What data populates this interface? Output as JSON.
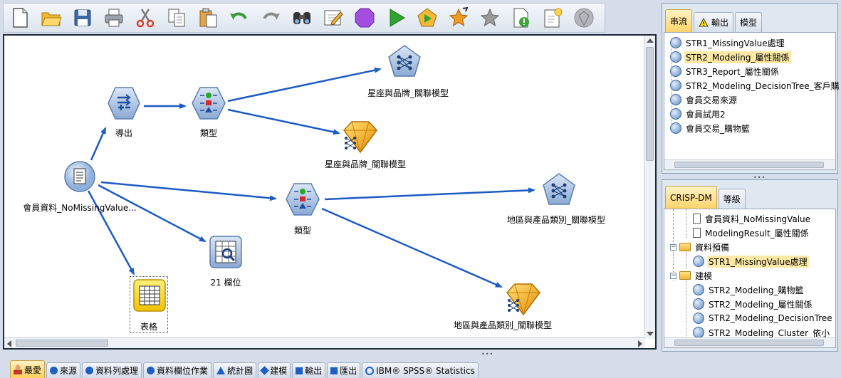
{
  "toolbar": {
    "buttons": [
      "new-icon",
      "open-icon",
      "save-icon",
      "print-icon",
      "cut-icon",
      "copy-icon",
      "paste-icon",
      "undo-icon",
      "redo-icon",
      "find-icon",
      "edit-icon",
      "stop-icon",
      "run-icon",
      "run-selection-icon",
      "star-icon",
      "star-disabled-icon",
      "check-icon",
      "annotation-icon",
      "model-disabled-icon"
    ]
  },
  "canvas": {
    "nodes": {
      "source": "會員資料_NoMissingValue...",
      "derive": "導出",
      "type1": "類型",
      "model_top_small": "星座與品牌_關聯模型",
      "nugget_top": "星座與品牌_關聯模型",
      "type2": "類型",
      "model_mid_small": "地區與產品類別_關聯模型",
      "nugget_bottom": "地區與產品類別_關聯模型",
      "fields": "21 欄位",
      "table": "表格"
    }
  },
  "top_panel": {
    "tabs": [
      "串流",
      "輸出",
      "模型"
    ],
    "items": [
      "STR1_MissingValue處理",
      "STR2_Modeling_屬性關係",
      "STR3_Report_屬性關係",
      "STR2_Modeling_DecisionTree_客戶購",
      "會員交易來源",
      "會員試用2",
      "會員交易_購物籃"
    ]
  },
  "bottom_panel": {
    "tabs": [
      "CRISP-DM",
      "等級"
    ],
    "items": [
      "會員資料_NoMissingValue",
      "ModelingResult_屬性關係",
      "資料預備",
      "STR1_MissingValue處理",
      "建模",
      "STR2_Modeling_購物籃",
      "STR2_Modeling_屬性關係",
      "STR2_Modeling_DecisionTree",
      "STR2_Modeling_Cluster_依小"
    ]
  },
  "palette": {
    "tabs": [
      "最愛",
      "來源",
      "資料列處理",
      "資料欄位作業",
      "統計圖",
      "建模",
      "輸出",
      "匯出",
      "IBM® SPSS® Statistics"
    ]
  }
}
